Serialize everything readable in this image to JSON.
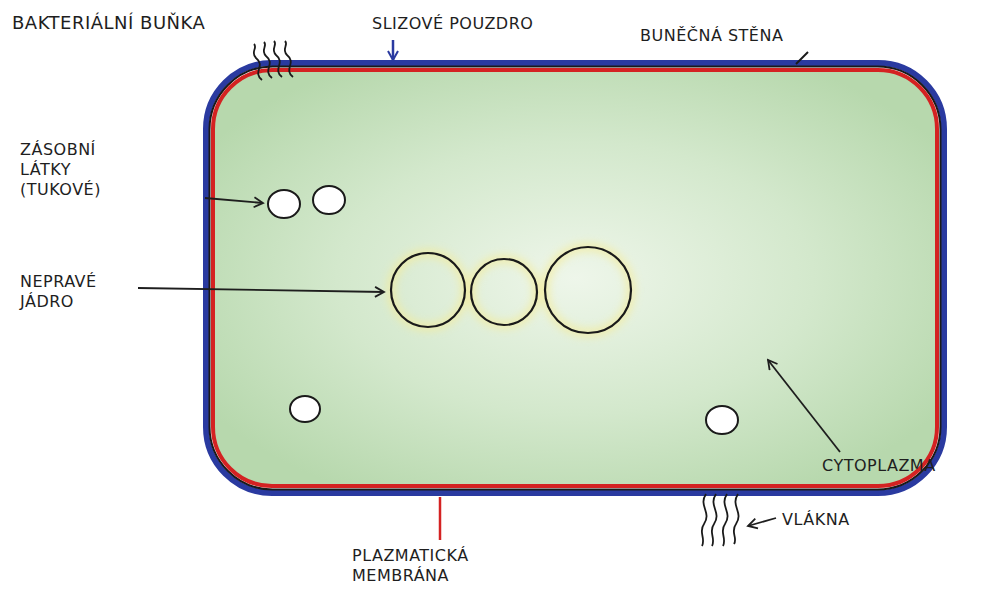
{
  "diagram": {
    "title": "BAKTERIÁLNÍ BUŇKA",
    "labels": [
      "SLIZOVÉ POUZDRO",
      "BUNĚČNÁ STĚNA",
      "ZÁSOBNÍ LÁTKY (TUKOVÉ)",
      "NEPRAVÉ JÁDRO",
      "CYTOPLAZMA",
      "PLAZMATICKÁ MEMBRÁNA",
      "VLÁKNA"
    ]
  }
}
